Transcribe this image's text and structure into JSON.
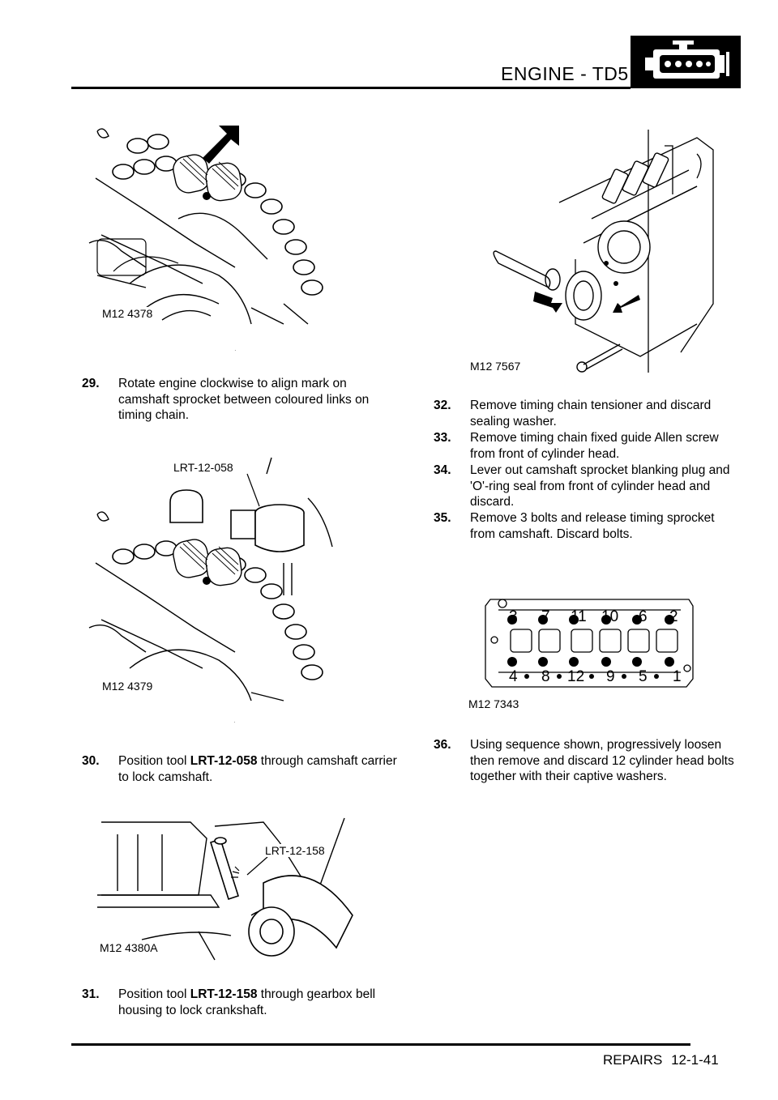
{
  "header": {
    "title": "ENGINE - TD5",
    "logo_icon": "engine-icon"
  },
  "footer": {
    "page_ref": "REPAIRS   12-1-41"
  },
  "figures": {
    "fig1_label": "M12 4378",
    "fig2_label": "M12 4379",
    "fig2_tool": "LRT-12-058",
    "fig3_label": "M12 4380A",
    "fig3_tool": "LRT-12-158",
    "fig4_label": "M12 7567",
    "fig5_label": "M12 7343",
    "fig5_top_numbers": [
      "3",
      "7",
      "11",
      "10",
      "6",
      "2"
    ],
    "fig5_bottom_numbers": [
      "4",
      "8",
      "12",
      "9",
      "5",
      "1"
    ]
  },
  "steps": {
    "s29_num": "29.",
    "s29_text": "Rotate engine clockwise to align mark on camshaft sprocket between coloured links on timing  chain.",
    "s30_num": "30.",
    "s30_pre": "Position tool ",
    "s30_tool": "LRT-12-058",
    "s30_post": " through  camshaft carrier to lock camshaft.",
    "s31_num": "31.",
    "s31_pre": "Position tool ",
    "s31_tool": "LRT-12-158",
    "s31_post": " through  gearbox bell housing to lock crankshaft.",
    "s32_num": "32.",
    "s32_text": "Remove timing chain tensioner and  discard sealing washer.",
    "s33_num": "33.",
    "s33_text": "Remove timing chain fixed guide Allen  screw from front of cylinder head.",
    "s34_num": "34.",
    "s34_text": "Lever out camshaft sprocket blanking plug and 'O'-ring seal from front of cylinder head and discard.",
    "s35_num": "35.",
    "s35_text": "Remove 3 bolts and release timing sprocket from camshaft. Discard bolts.",
    "s36_num": "36.",
    "s36_text": "Using sequence shown, progressively loosen then remove and discard 12 cylinder head bolts together with their captive washers."
  }
}
